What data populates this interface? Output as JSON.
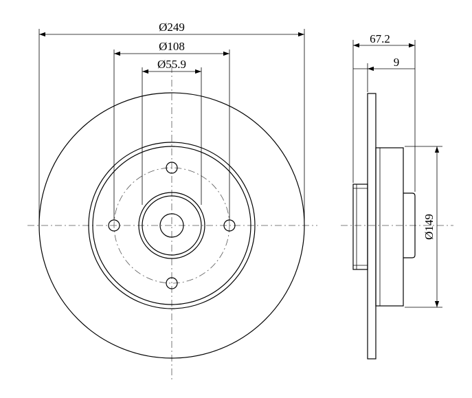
{
  "drawing": {
    "title": "",
    "labels": {
      "outer_diameter": "Ø249",
      "bolt_circle": "Ø108",
      "center_bore": "Ø55.9",
      "total_height": "67.2",
      "disc_thickness": "9",
      "hat_diameter": "Ø149"
    },
    "colors": {
      "line": "#000000",
      "center_line": "#555555",
      "background": "#ffffff"
    }
  }
}
